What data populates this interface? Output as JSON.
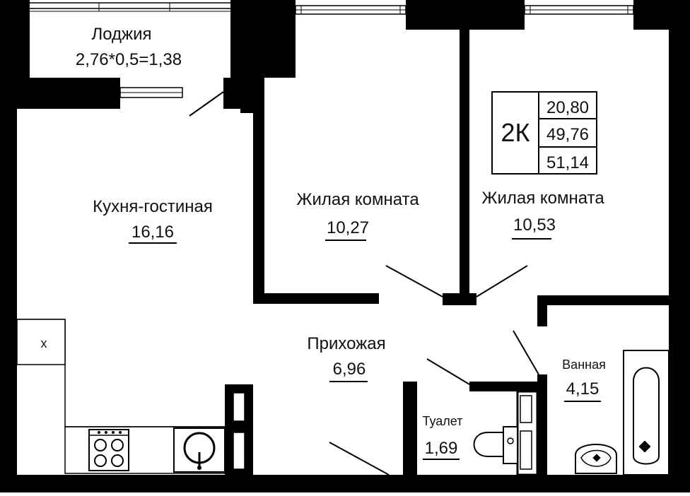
{
  "rooms": {
    "loggia": {
      "name": "Лоджия",
      "area": "2,76*0,5=1,38"
    },
    "kitchen": {
      "name": "Кухня-гостиная",
      "area": "16,16"
    },
    "bedroom1": {
      "name": "Жилая комната",
      "area": "10,27"
    },
    "bedroom2": {
      "name": "Жилая комната",
      "area": "10,53"
    },
    "hallway": {
      "name": "Прихожая",
      "area": "6,96"
    },
    "bathroom": {
      "name": "Ванная",
      "area": "4,15"
    },
    "toilet": {
      "name": "Туалет",
      "area": "1,69"
    }
  },
  "summary": {
    "type": "2К",
    "living_area": "20,80",
    "total_area": "49,76",
    "total_with_loggia": "51,14"
  },
  "fridge_mark": "x",
  "colors": {
    "wall": "#000000",
    "background": "#ffffff"
  },
  "icons": [
    "stove-icon",
    "sink-icon",
    "toilet-icon",
    "bathtub-icon",
    "washbasin-icon"
  ]
}
